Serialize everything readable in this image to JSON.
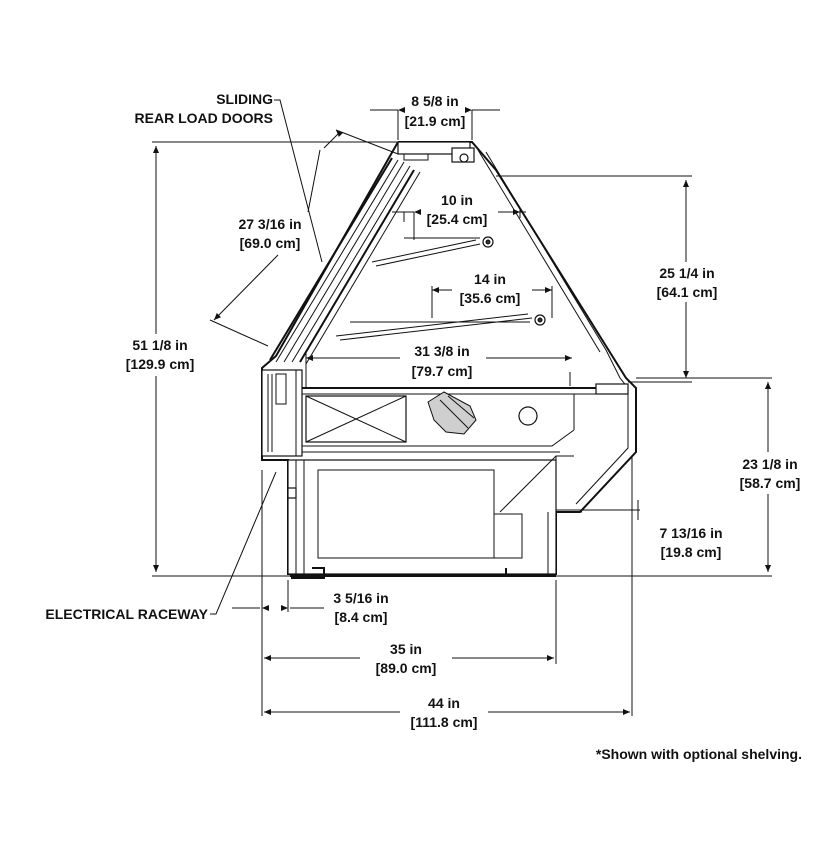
{
  "labels": {
    "sliding_doors": [
      "SLIDING",
      "REAR LOAD DOORS"
    ],
    "electrical_raceway": "ELECTRICAL RACEWAY",
    "footnote": "*Shown with optional shelving."
  },
  "dimensions": {
    "top_width": [
      "8 5/8 in",
      "[21.9 cm]"
    ],
    "door_length": [
      "27 3/16 in",
      "[69.0 cm]"
    ],
    "shelf_upper": [
      "10 in",
      "[25.4 cm]"
    ],
    "shelf_lower": [
      "14 in",
      "[35.6 cm]"
    ],
    "deck_depth": [
      "31 3/8 in",
      "[79.7 cm]"
    ],
    "total_height": [
      "51 1/8 in",
      "[129.9 cm]"
    ],
    "glass_height": [
      "25 1/4 in",
      "[64.1 cm]"
    ],
    "front_height": [
      "23 1/8 in",
      "[58.7 cm]"
    ],
    "kick_height": [
      "7 13/16 in",
      "[19.8 cm]"
    ],
    "rear_offset": [
      "3 5/16 in",
      "[8.4 cm]"
    ],
    "base_depth": [
      "35 in",
      "[89.0 cm]"
    ],
    "overall_depth": [
      "44 in",
      "[111.8 cm]"
    ]
  }
}
